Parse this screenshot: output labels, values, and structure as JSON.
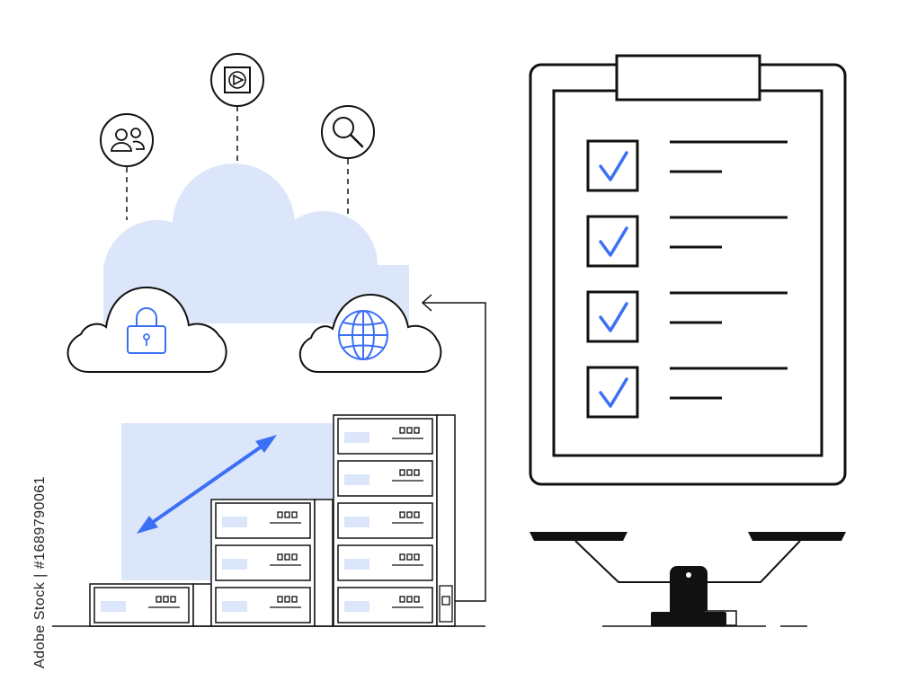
{
  "colors": {
    "stroke": "#111111",
    "accent": "#3b6ff5",
    "tint": "#dbe6fb",
    "background": "#ffffff"
  },
  "illustration": {
    "cloud_icons": [
      "users-icon",
      "video-player-icon",
      "search-icon"
    ],
    "cloud_badges": [
      "lock-icon",
      "globe-icon"
    ],
    "checklist_items_checked": [
      true,
      true,
      true,
      true
    ],
    "server_racks": [
      1,
      3,
      5
    ]
  },
  "stock_id": "Adobe Stock | #1689790061"
}
